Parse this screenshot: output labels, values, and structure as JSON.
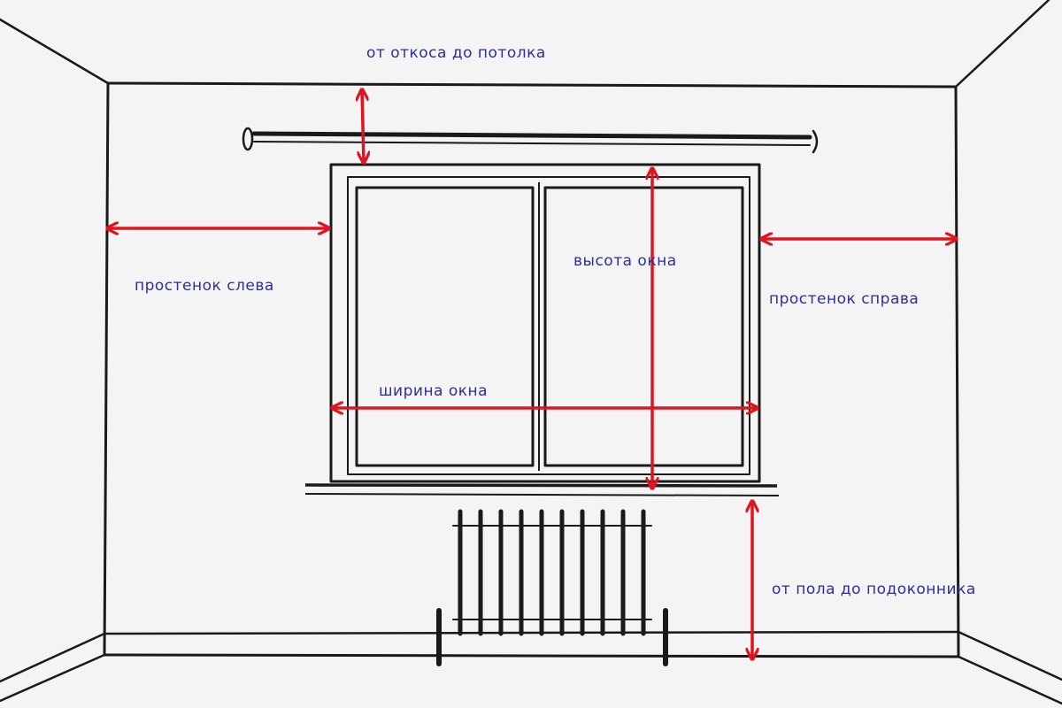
{
  "colors": {
    "background": "#f4f4f4",
    "sketch": "#1a1a1a",
    "dimension_arrow": "#e0141e",
    "label_text": "#2e2e9c"
  },
  "labels": {
    "slope_to_ceiling": "от откоса до потолка",
    "wall_left": "простенок слева",
    "window_height": "высота окна",
    "wall_right": "простенок справа",
    "window_width": "ширина окна",
    "floor_to_sill": "от пола до подоконника"
  }
}
